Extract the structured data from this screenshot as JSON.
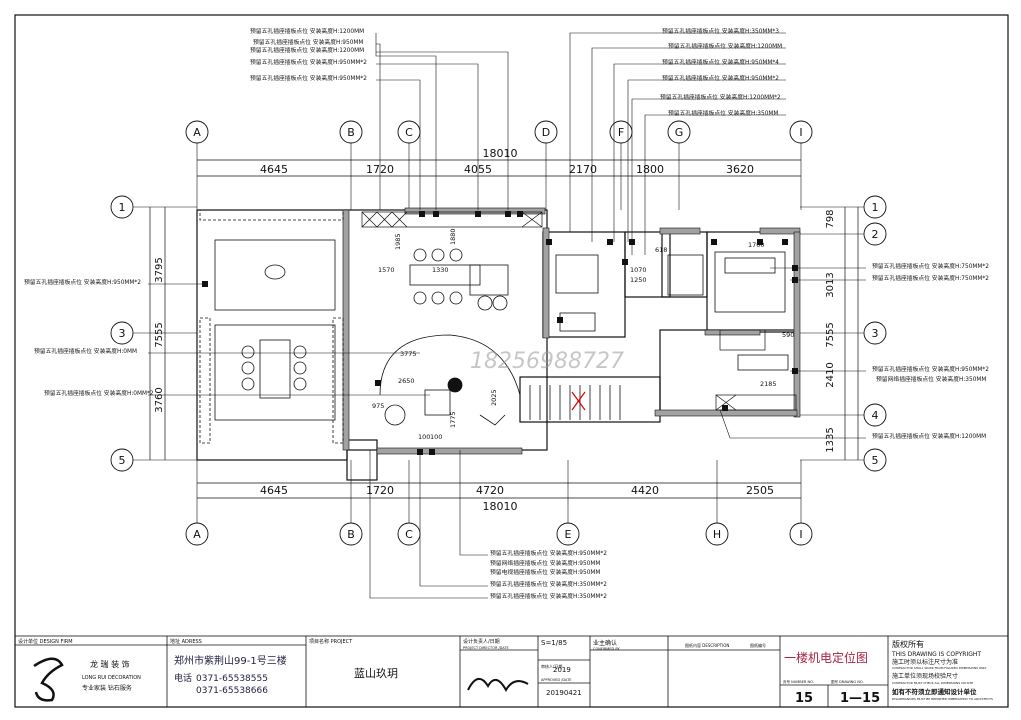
{
  "watermark": "18256988727",
  "grid_top": [
    "A",
    "B",
    "C",
    "D",
    "F",
    "G",
    "I"
  ],
  "grid_bottom": [
    "A",
    "B",
    "C",
    "E",
    "H",
    "I"
  ],
  "grid_left": [
    "1",
    "3",
    "5"
  ],
  "grid_right": [
    "1",
    "2",
    "3",
    "4",
    "5"
  ],
  "dims_top_total": "18010",
  "dims_top": [
    "4645",
    "1720",
    "4055",
    "2170",
    "1800",
    "3620"
  ],
  "dims_bottom_total": "18010",
  "dims_bottom": [
    "4645",
    "1720",
    "4720",
    "4420",
    "2505"
  ],
  "dims_left": [
    "3795",
    "7555",
    "3760"
  ],
  "dims_right": [
    "798",
    "3013",
    "7555",
    "2410",
    "1335"
  ],
  "inner_dims": [
    "1570",
    "1330",
    "1985",
    "1880",
    "3775",
    "2650",
    "975",
    "1775",
    "1700",
    "618",
    "1070",
    "590",
    "2185",
    "1250",
    "100",
    "100",
    "2025"
  ],
  "notes_top_left": [
    "预留五孔插座插板点位  安装高度H:1200MM",
    "预留五孔插座插板点位  安装高度H:950MM",
    "预留五孔插座插板点位  安装高度H:1200MM",
    "预留五孔插座插板点位  安装高度H:950MM*2",
    "预留五孔插座插板点位  安装高度H:950MM*2"
  ],
  "notes_top_right": [
    "预留五孔插座插板点位  安装高度H:350MM*3",
    "预留五孔插座插板点位  安装高度H:1200MM",
    "预留五孔插座插板点位  安装高度H:950MM*4",
    "预留五孔插座插板点位  安装高度H:950MM*2",
    "预留五孔插座插板点位  安装高度H:1200MM*2",
    "预留五孔插座插板点位  安装高度H:350MM"
  ],
  "notes_left": [
    "预留五孔插座插板点位  安装高度H:950MM*2",
    "预留五孔插座插板点位  安装高度H:0MM",
    "预留五孔插座插板点位  安装高度H:0MM*2"
  ],
  "notes_right": [
    "预留五孔插座插板点位  安装高度H:750MM*2",
    "预留五孔插座插板点位  安装高度H:750MM*2",
    "预留五孔插座插板点位  安装高度H:950MM*2",
    "预留网络插座插板点位  安装高度H:350MM",
    "预留五孔插座插板点位  安装高度H:1200MM"
  ],
  "notes_bottom": [
    "预留五孔插座插板点位  安装高度H:950MM*2",
    "预留网络插座插板点位  安装高度H:950MM",
    "预留电视插座插板点位  安装高度H:950MM",
    "预留五孔插座插板点位  安装高度H:350MM*2",
    "预留五孔插座插板点位  安装高度H:350MM*2"
  ],
  "title_block": {
    "design_label": "设计单位 DESIGN FIRM",
    "address_label": "地址 ADRESS",
    "project_label": "项目名称 PROJECT",
    "designer_label": "设计负责人/日期",
    "designer_en": "PROJECT DIRECTOR /DATE",
    "scale": "S=1/85",
    "year": "2019",
    "owner_label": "业主确认",
    "owner_en": "CONFIRMED BY",
    "reviewer_label": "审核人/日期",
    "reviewer_en": "APPROVED /DATE",
    "date": "20190421",
    "company_cn": "龙 瑞 装 饰",
    "company_en": "LONG RUI DECORATION",
    "company_slogan": "专业家装  钻石服务",
    "address": "郑州市紫荆山99-1号三楼",
    "phone_label": "电话",
    "phone1": "0371-65538555",
    "phone2": "0371-65538666",
    "project_name": "蓝山玖玥",
    "drawing_label": "图纸内容 DESCRIPTION",
    "drawing_no_label": "图纸编号",
    "drawing_title": "一楼机电定位图",
    "sheet_no_label": "页号 NUMBER NO.",
    "sheet_count_label": "图号 DRAWING NO.",
    "sheet_no": "15",
    "drawing_no": "1—15",
    "copyright_cn": "版权所有",
    "copyright_en": "THIS DRAWING IS COPYRIGHT",
    "note1": "施工时须以标注尺寸为准",
    "note1_en": "CONTRACTOR SHALL WORK FROM FIGURED DIMENSIONS ONLY",
    "note2": "施工单位须现场校验尺寸",
    "note2_en": "CONTRACTOR MUST CHECK ALL DIMENSIONS ON SITE",
    "note3": "如有不符须立即通知设计单位",
    "note3_en": "DISCREPANCIES MUST BE REPORTED IMMEDIATELY TO ARCHITECTS"
  }
}
